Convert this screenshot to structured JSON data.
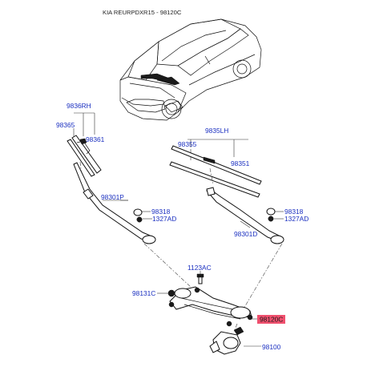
{
  "header": {
    "title": "KIA REURPDXR15 - 98120C"
  },
  "callouts": {
    "c9836RH": "9836RH",
    "c98365": "98365",
    "c98361": "98361",
    "c98301P": "98301P",
    "c98318L": "98318",
    "c1327ADL": "1327AD",
    "c9835LH": "9835LH",
    "c98355": "98355",
    "c98351": "98351",
    "c98318R": "98318",
    "c1327ADR": "1327AD",
    "c98301D": "98301D",
    "c1123AC": "1123AC",
    "c98131C": "98131C",
    "c98120C": "98120C",
    "c98100": "98100"
  },
  "colors": {
    "callout_text": "#1a2fc0",
    "highlight_fill": "#f0506e",
    "line": "#333333"
  },
  "icons": {
    "car": "sedan-car-illustration",
    "blade_rh": "wiper-blade",
    "blade_lh": "wiper-blade",
    "arm_rh": "wiper-arm",
    "arm_lh": "wiper-arm",
    "linkage": "wiper-linkage",
    "motor": "wiper-motor"
  }
}
